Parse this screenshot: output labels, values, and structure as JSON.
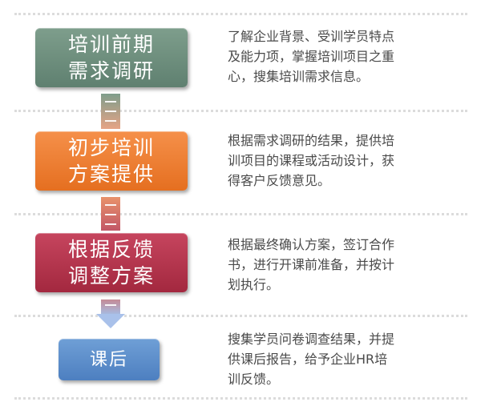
{
  "steps": [
    {
      "title_lines": [
        "培训前期",
        "需求调研"
      ],
      "desc_lines": [
        "了解企业背景、受训学员特点",
        "及能力项，掌握培训项目之重",
        "心，搜集培训需求信息。"
      ],
      "color": "#6e8f7d"
    },
    {
      "title_lines": [
        "初步培训",
        "方案提供"
      ],
      "desc_lines": [
        "根据需求调研的结果，提供培",
        "训项目的课程或活动设计，获",
        "得客户反馈意见。"
      ],
      "color": "#ee7d33"
    },
    {
      "title_lines": [
        "根据反馈",
        "调整方案"
      ],
      "desc_lines": [
        "根据最终确认方案，签订合作",
        "书，进行开课前准备，并按计",
        "划执行。"
      ],
      "color": "#b5354f"
    },
    {
      "title_lines": [
        "课后"
      ],
      "desc_lines": [
        "搜集学员问卷调查结果，并提",
        "供课后报告，给予企业HR培",
        "训反馈。"
      ],
      "color": "#5d8ecb"
    }
  ]
}
